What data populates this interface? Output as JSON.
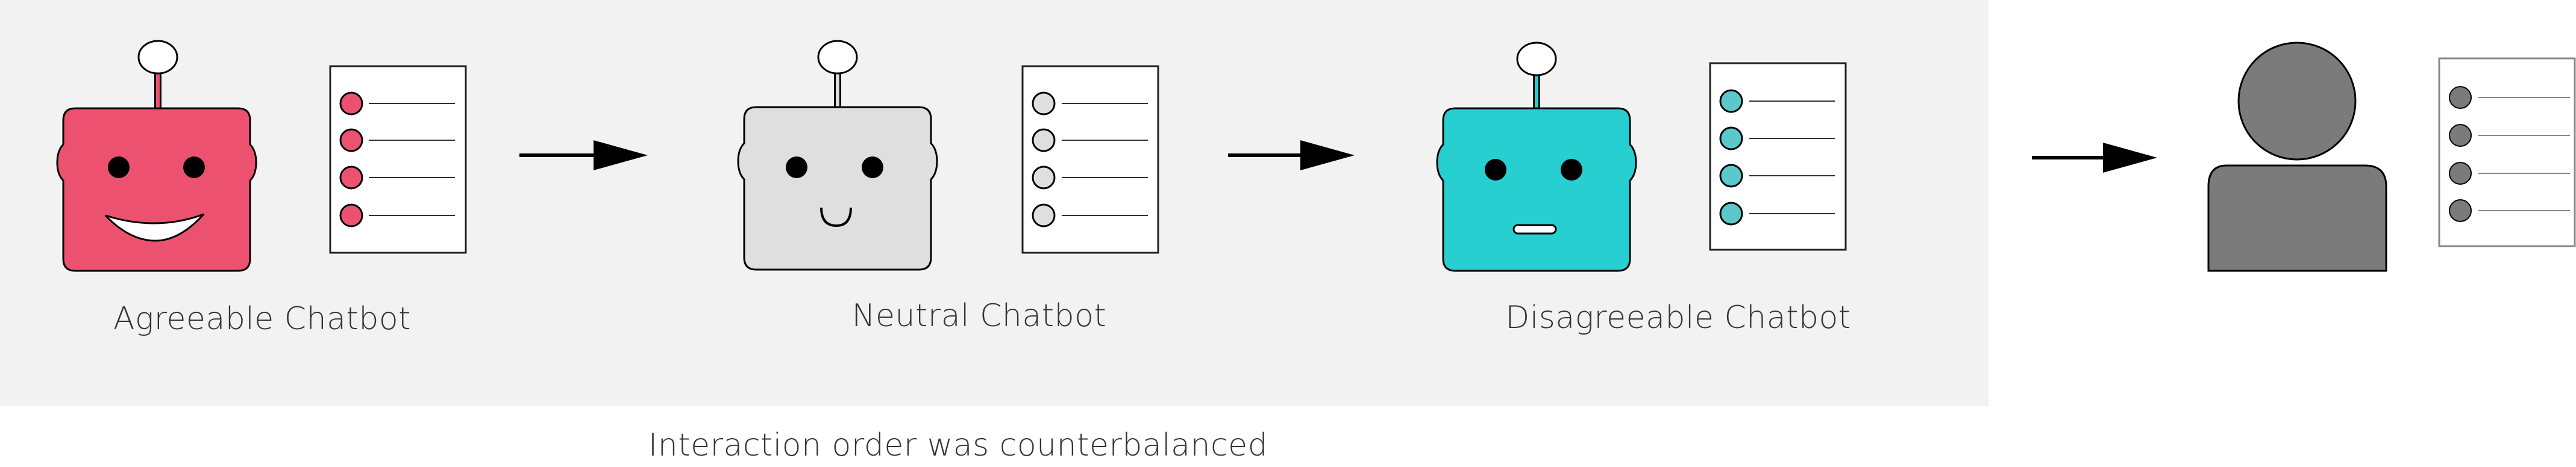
{
  "labels": {
    "agreeable": "Agreeable Chatbot",
    "neutral": "Neutral Chatbot",
    "disagreeable": "Disagreeable Chatbot",
    "footnote": "Interaction order was counterbalanced"
  },
  "colors": {
    "panel_background": "#f2f2f2",
    "agreeable_robot": "#ec5270",
    "neutral_robot": "#dfdfdf",
    "disagreeable_robot": "#27cfd1",
    "person": "#7b7b7b",
    "arrow": "#000000"
  },
  "icons": [
    "robot-agreeable-icon",
    "robot-neutral-icon",
    "robot-disagreeable-icon",
    "person-icon",
    "questionnaire-icon",
    "arrow-right-icon"
  ]
}
